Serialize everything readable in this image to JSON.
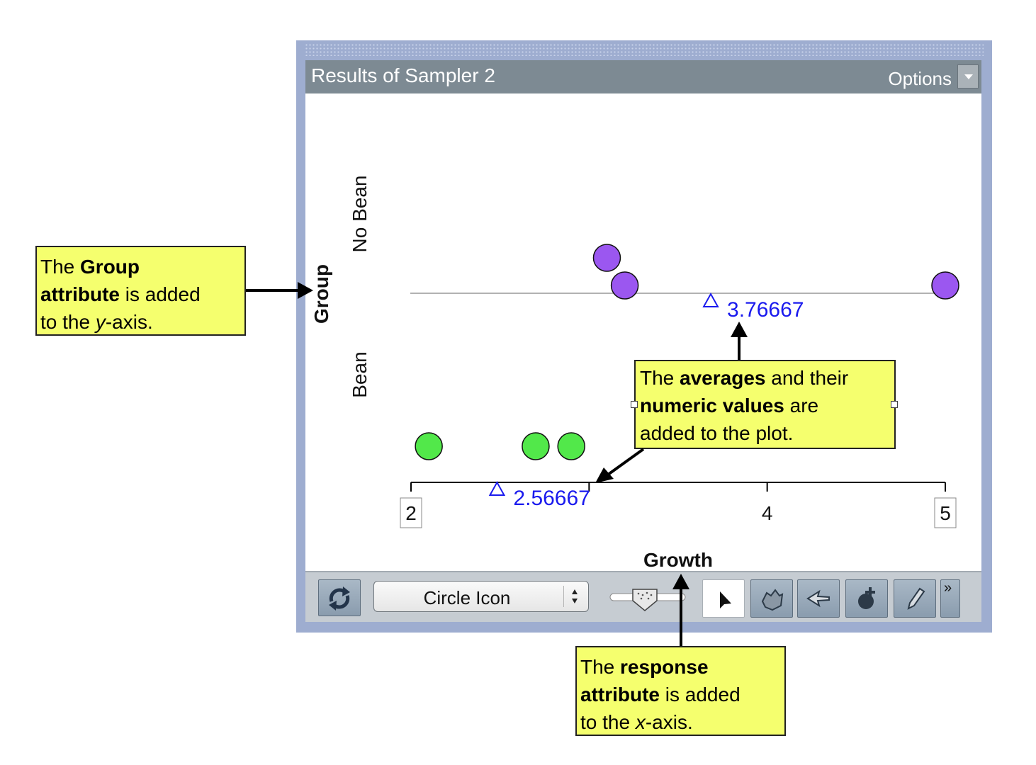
{
  "window": {
    "title": "Results of Sampler 2",
    "options_label": "Options"
  },
  "chart_data": {
    "type": "scatter",
    "xlabel": "Growth",
    "ylabel": "Group",
    "x_ticks": [
      "2",
      "",
      "4",
      "5"
    ],
    "xlim": [
      2,
      5
    ],
    "y_categories": [
      "Bean",
      "No Bean"
    ],
    "series": [
      {
        "category": "No Bean",
        "color": "#9b57f0",
        "x": [
          3.1,
          3.2,
          5.0
        ]
      },
      {
        "category": "Bean",
        "color": "#52e84a",
        "x": [
          2.1,
          2.7,
          2.9
        ]
      }
    ],
    "averages": [
      {
        "category": "No Bean",
        "value": 3.76667,
        "label": "3.76667"
      },
      {
        "category": "Bean",
        "value": 2.56667,
        "label": "2.56667"
      }
    ]
  },
  "toolbar": {
    "icon_select": "Circle Icon",
    "buttons": [
      "refresh-icon",
      "arrow-pointer-icon",
      "hand-icon",
      "back-arrow-icon",
      "add-point-icon",
      "pencil-icon",
      "more-icon"
    ],
    "more_glyph": "»"
  },
  "callouts": {
    "group_parts": [
      "The ",
      "Group",
      " ",
      "attribute",
      " is added",
      " to the ",
      "y",
      "-axis."
    ],
    "averages_parts": [
      "The ",
      "averages",
      " and their ",
      "numeric values",
      " are",
      " added to the plot."
    ],
    "response_parts": [
      "The ",
      "response",
      " ",
      "attribute",
      " is added",
      " to the ",
      "x",
      "-axis."
    ]
  }
}
